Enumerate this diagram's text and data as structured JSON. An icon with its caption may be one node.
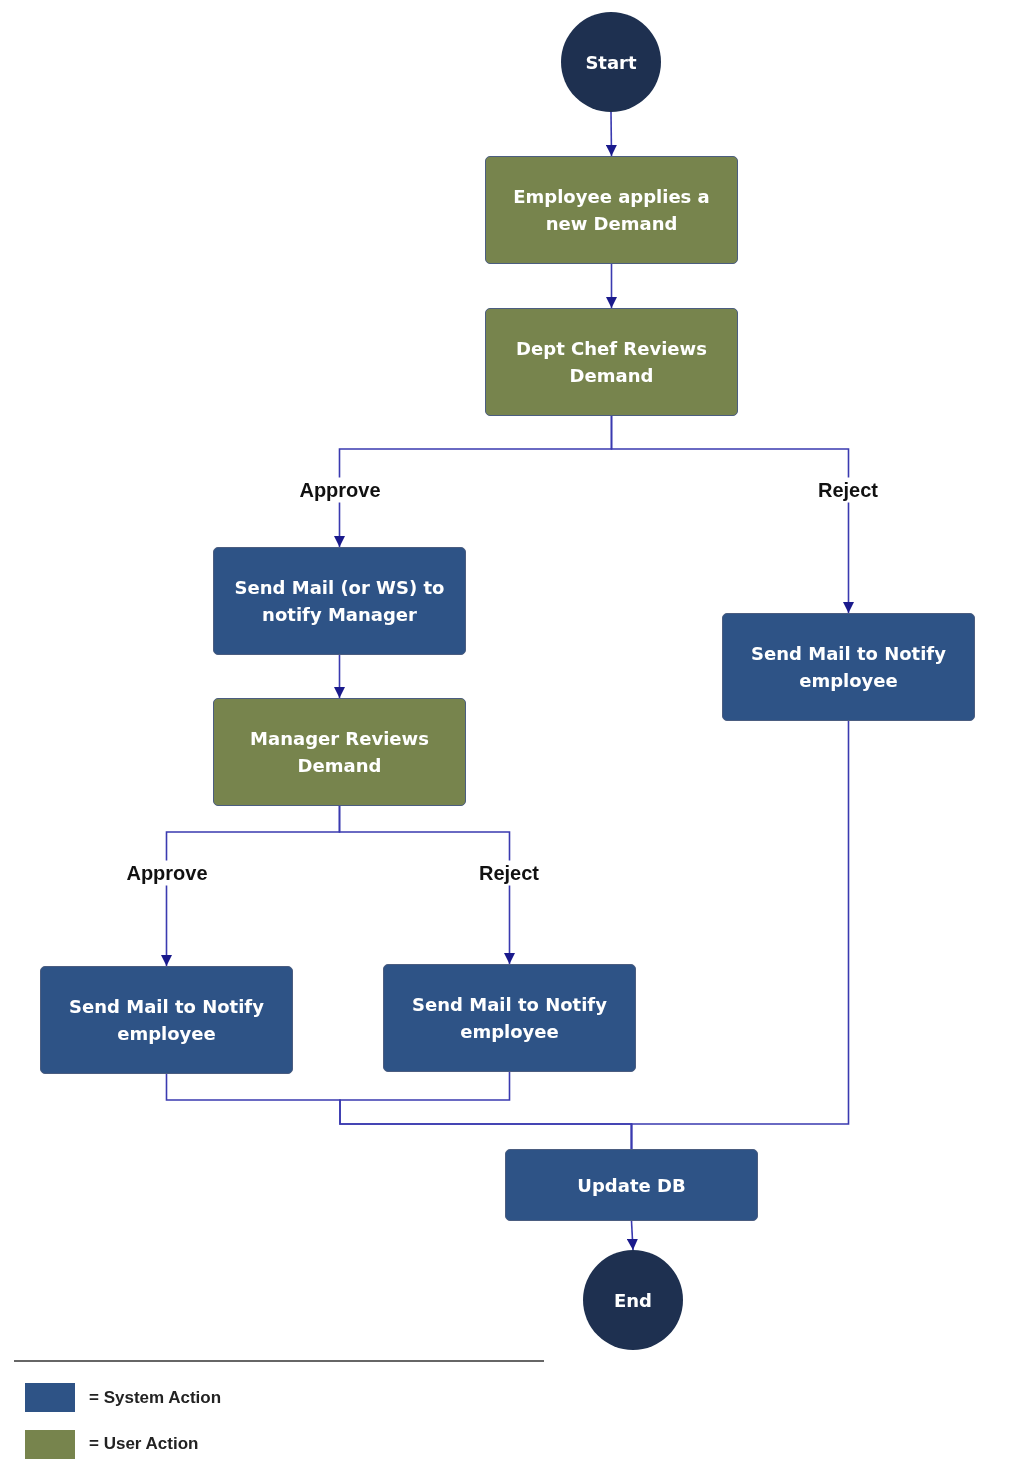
{
  "diagram": {
    "nodes": [
      {
        "text": [
          "Start"
        ]
      },
      {
        "text": [
          "Employee applies a new Demand"
        ]
      },
      {
        "text": [
          "Dept Chef Reviews Demand"
        ]
      },
      {
        "text": [
          "Send Mail (or WS) to notify Manager"
        ]
      },
      {
        "text": [
          "Send Mail to Notify employee"
        ]
      },
      {
        "text": [
          "Manager Reviews Demand"
        ]
      },
      {
        "text": [
          "Send Mail to Notify employee"
        ]
      },
      {
        "text": [
          "Send Mail to Notify employee"
        ]
      },
      {
        "text": [
          "Update DB"
        ]
      },
      {
        "text": [
          "End"
        ]
      }
    ],
    "edges": [
      {
        "from": 0,
        "to": 1,
        "arrow": "to"
      },
      {
        "from": 1,
        "to": 2,
        "arrow": "to"
      },
      {
        "from": 2,
        "to": 3,
        "arrow": "to",
        "label": "Approve"
      },
      {
        "from": 2,
        "to": 4,
        "arrow": "to",
        "label": "Reject"
      },
      {
        "from": 3,
        "to": 5,
        "arrow": "to"
      },
      {
        "from": 5,
        "to": 6,
        "arrow": "to",
        "label": "Approve"
      },
      {
        "from": 5,
        "to": 7,
        "arrow": "to",
        "label": "Reject"
      },
      {
        "from": 6,
        "to": 8,
        "arrow": "none"
      },
      {
        "from": 7,
        "to": 8,
        "arrow": "none"
      },
      {
        "from": 4,
        "to": 8,
        "arrow": "none"
      },
      {
        "from": 8,
        "to": 9,
        "arrow": "to"
      }
    ],
    "legend": [
      {
        "text": "= System Action",
        "color": "#2e5386"
      },
      {
        "text": "= User Action",
        "color": "#77844d"
      }
    ]
  }
}
